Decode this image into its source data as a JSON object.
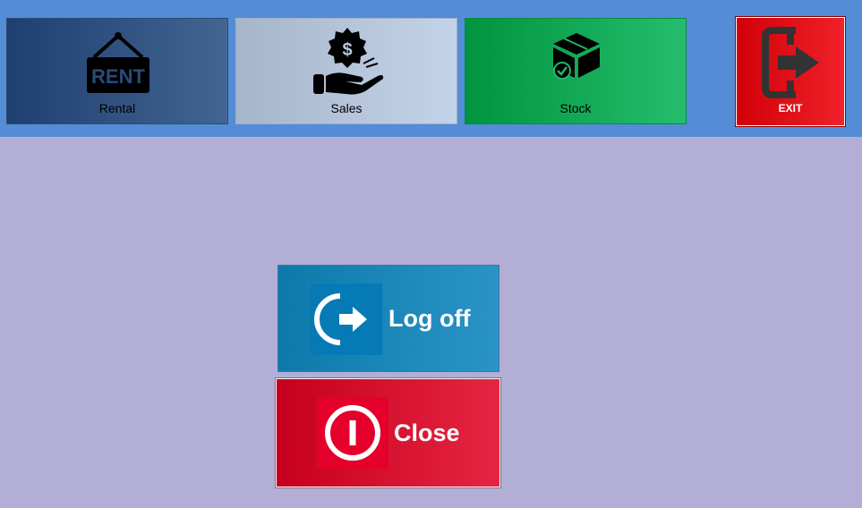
{
  "toolbar": {
    "rental": {
      "label": "Rental",
      "sign_text": "RENT"
    },
    "sales": {
      "label": "Sales"
    },
    "stock": {
      "label": "Stock"
    },
    "exit": {
      "label": "EXIT"
    }
  },
  "actions": {
    "logoff": {
      "label": "Log off"
    },
    "close": {
      "label": "Close"
    }
  },
  "colors": {
    "background": "#b2aed5",
    "topbar": "#548cd5",
    "rental": "#1e3f70",
    "sales": "#b7c5dc",
    "stock": "#00943f",
    "exit": "#e00b14",
    "logoff": "#0d79ab",
    "close": "#d5102f"
  }
}
